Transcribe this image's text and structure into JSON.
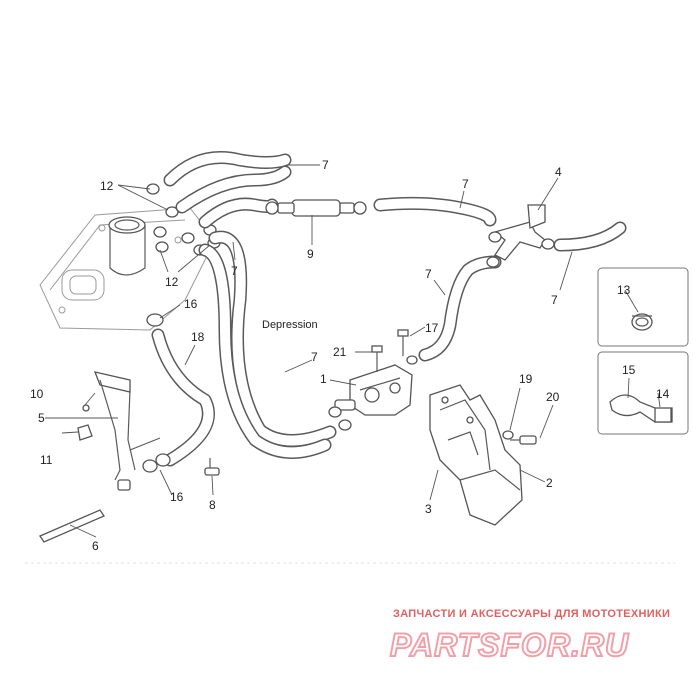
{
  "annotation": "Depression",
  "callouts": {
    "n1": "1",
    "n2": "2",
    "n3": "3",
    "n4": "4",
    "n5": "5",
    "n6": "6",
    "n7a": "7",
    "n7b": "7",
    "n7c": "7",
    "n7d": "7",
    "n7e": "7",
    "n7f": "7",
    "n8": "8",
    "n9": "9",
    "n10": "10",
    "n11": "11",
    "n12a": "12",
    "n12b": "12",
    "n13": "13",
    "n14": "14",
    "n15": "15",
    "n16a": "16",
    "n16b": "16",
    "n17": "17",
    "n18": "18",
    "n19": "19",
    "n20": "20",
    "n21": "21"
  },
  "watermark": {
    "tagline": "ЗАПЧАСТИ И АКСЕССУАРЫ ДЛЯ МОТОТЕХНИКИ",
    "logo": "PARTSFOR.RU"
  },
  "colors": {
    "line": "#5a5a5a",
    "watermark": "#f0a0a8"
  }
}
